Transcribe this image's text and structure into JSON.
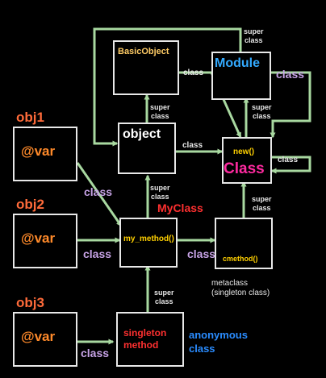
{
  "nodes": {
    "basic_object": "BasicObject",
    "module": "Module",
    "object": "object",
    "new_method": "new()",
    "class": "Class",
    "my_method": "my_method()",
    "my_class": "MyClass",
    "cmethod": "cmethod()",
    "singleton_line1": "singleton",
    "singleton_line2": "method",
    "obj1_var": "@var",
    "obj2_var": "@var",
    "obj3_var": "@var"
  },
  "object_labels": {
    "obj1": "obj1",
    "obj2": "obj2",
    "obj3": "obj3"
  },
  "edge_labels": {
    "class": "class",
    "super_line1": "super",
    "super_line2": "class"
  },
  "annotations": {
    "metaclass_line1": "metaclass",
    "metaclass_line2": "(singleton class)",
    "anonymous_line1": "anonymous",
    "anonymous_line2": "class"
  },
  "colors": {
    "arrow": "#a8d8a0",
    "node_border": "#e8e8e8",
    "object_label": "#ff6b3a",
    "instance_var": "#ff8a2a",
    "class_label": "#ff2aa0",
    "module_label": "#33aaff",
    "basic_object_label": "#ffcc66",
    "my_class_label": "#ff3030",
    "method_label": "#ffd000",
    "singleton_label": "#ff3030",
    "edge_label": "#c7a3e6",
    "anonymous_label": "#2a8cff"
  }
}
